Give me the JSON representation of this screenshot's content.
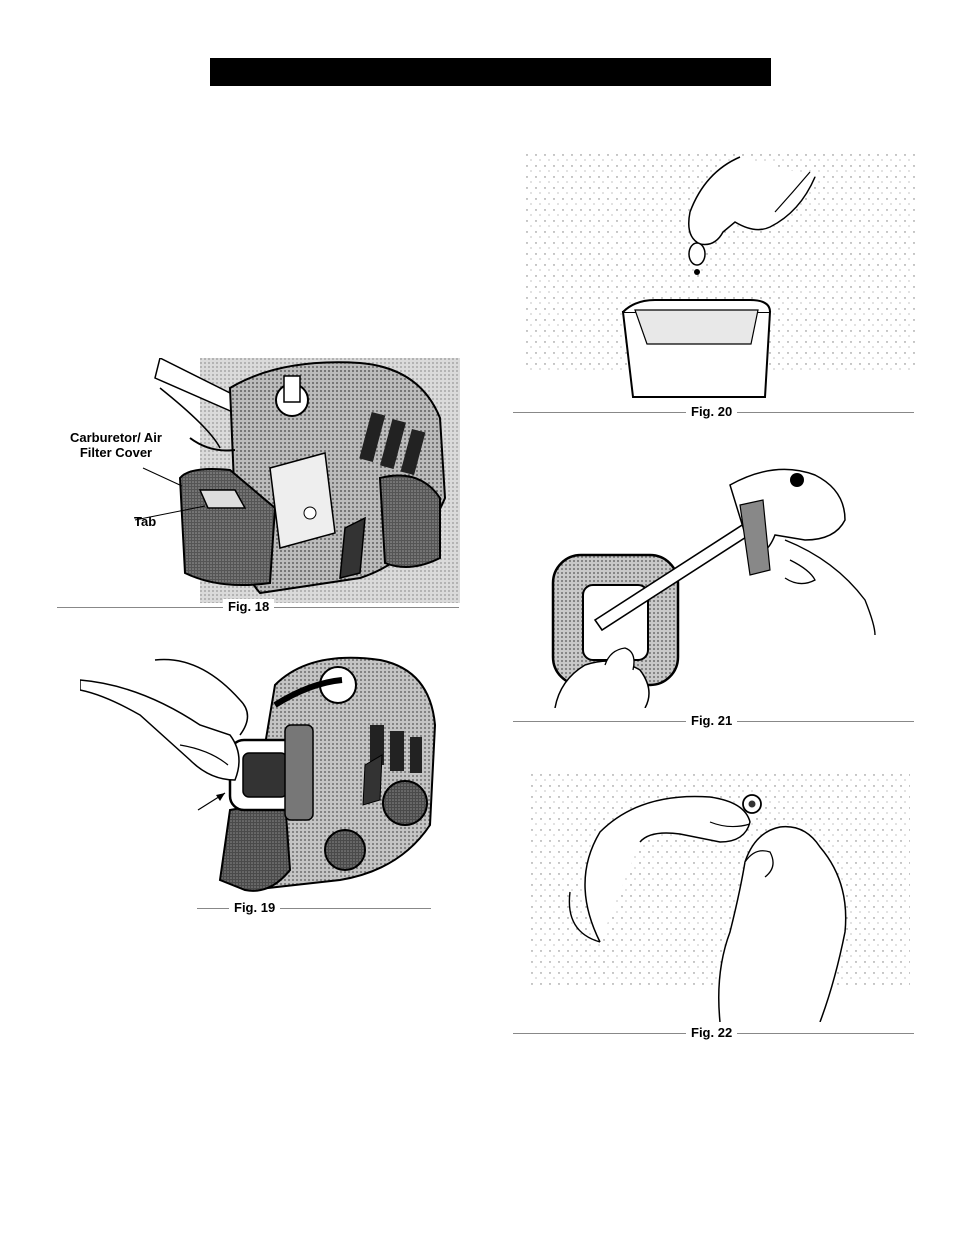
{
  "figures": {
    "fig18": {
      "caption": "Fig. 18",
      "callout_cover_line1": "Carburetor/ Air",
      "callout_cover_line2": "Filter Cover",
      "callout_tab": "Tab"
    },
    "fig19": {
      "caption": "Fig. 19"
    },
    "fig20": {
      "caption": "Fig. 20"
    },
    "fig21": {
      "caption": "Fig. 21"
    },
    "fig22": {
      "caption": "Fig. 22"
    }
  }
}
